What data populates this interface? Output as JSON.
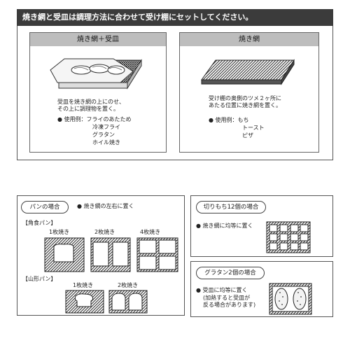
{
  "header": {
    "title": "焼き網と受皿は調理方法に合わせて受け棚にセットしてください。"
  },
  "left_card": {
    "title": "焼き網＋受皿",
    "description": "受皿を焼き網の上にのせ、\nその上に調理物を置く。",
    "usage_label": "● 使用例：フライのあたため",
    "usage_items": [
      "冷凍フライ",
      "グラタン",
      "ホイル焼き"
    ]
  },
  "right_card": {
    "title": "焼き網",
    "description": "受け棚の奥側のツメ２ヶ所に\nあたる位置に焼き網を置く。",
    "usage_label": "● 使用例：もち",
    "usage_items": [
      "トースト",
      "ピザ"
    ]
  },
  "bread": {
    "pill": "パンの場合",
    "instruction": "● 焼き網の左右に置く",
    "kaku_label": "【角食パン】",
    "kaku_counts": [
      "1枚焼き",
      "2枚焼き",
      "4枚焼き"
    ],
    "yama_label": "【山形パン】",
    "yama_counts": [
      "1枚焼き",
      "2枚焼き"
    ]
  },
  "mochi": {
    "pill": "切りもち12個の場合",
    "instruction": "● 焼き網に均等に置く"
  },
  "gratin": {
    "pill": "グラタン2個の場合",
    "instruction": "● 受皿に均等に置く",
    "note": "(加熱すると受皿が\n反る場合があります)"
  }
}
